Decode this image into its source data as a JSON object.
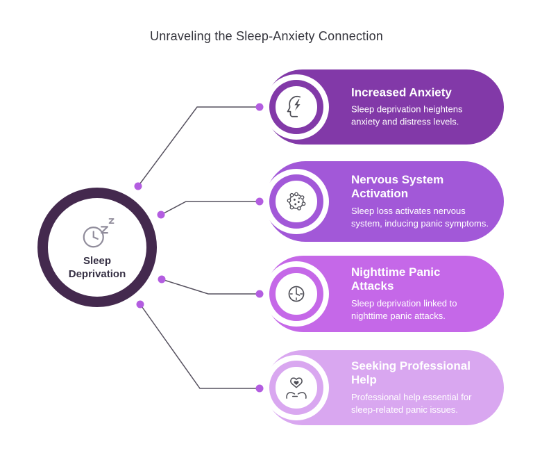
{
  "title": "Unraveling the Sleep-Anxiety Connection",
  "center": {
    "label": "Sleep Deprivation",
    "ring_color": "#44294e",
    "icon": "sleep-clock-icon"
  },
  "connector": {
    "line_color": "#55505e",
    "dot_color": "#b35de0"
  },
  "items": [
    {
      "title": "Increased Anxiety",
      "desc": "Sleep deprivation heightens anxiety and distress levels.",
      "color": "#8239a8",
      "icon": "anxiety-head-icon"
    },
    {
      "title": "Nervous System Activation",
      "desc": "Sleep loss activates nervous system, inducing panic symptoms.",
      "color": "#a258d8",
      "icon": "nerve-cell-icon"
    },
    {
      "title": "Nighttime Panic Attacks",
      "desc": "Sleep deprivation linked to nighttime panic attacks.",
      "color": "#c568e8",
      "icon": "clock-icon"
    },
    {
      "title": "Seeking Professional Help",
      "desc": "Professional help essential for sleep-related panic issues.",
      "color": "#d9a7f0",
      "icon": "hands-heart-icon"
    }
  ]
}
